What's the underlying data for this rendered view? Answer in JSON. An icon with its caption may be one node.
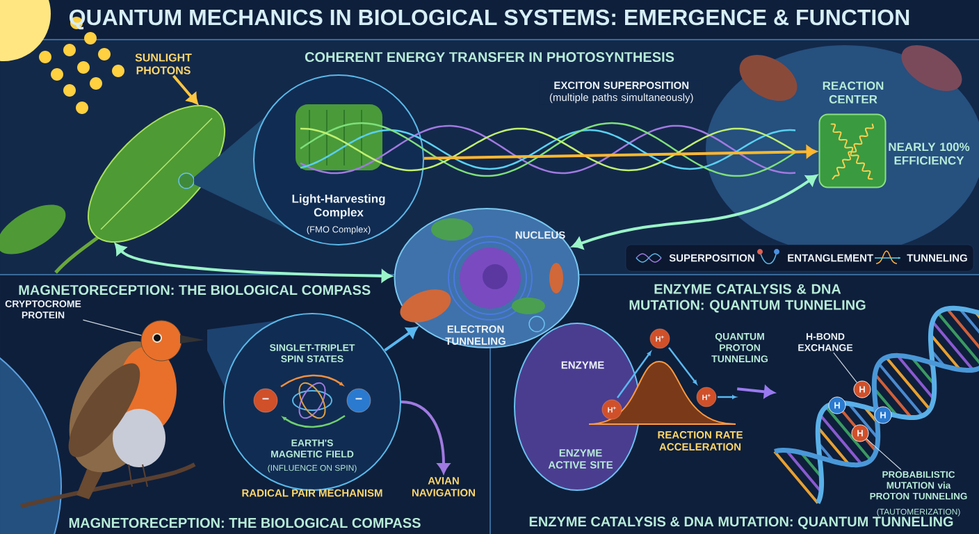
{
  "diagram": {
    "title": "QUANTUM MECHANICS IN BIOLOGICAL SYSTEMS: EMERGENCE & FUNCTION",
    "nodes": [
      {
        "text": [
          "SUNLIGHT PHOTONS"
        ]
      },
      {
        "text": [],
        "shape": "picture"
      },
      {
        "text": [
          "Light-Harvesting Complex",
          "(FMO Complex)"
        ]
      },
      {
        "text": [
          "REACTION CENTER"
        ],
        "beside": [
          "NEARLY 100% EFFICIENCY"
        ]
      },
      {
        "text": [
          "NUCLEUS",
          "ELECTRON TUNNELING"
        ]
      },
      {
        "text": [],
        "shape": "picture"
      },
      {
        "text": [
          "CRYPTOCROME PROTEIN"
        ]
      },
      {
        "text": [
          "SINGLET-TRIPLET SPIN STATES",
          "EARTH'S MAGNETIC FIELD",
          "(INFLUENCE ON SPIN)"
        ],
        "beside": [
          "RADICAL PAIR MECHANISM"
        ]
      },
      {
        "text": [
          "AVIAN NAVIGATION"
        ]
      },
      {
        "text": [
          "ENZYME",
          "ENZYME ACTIVE SITE"
        ]
      },
      {
        "text": [
          "QUANTUM PROTON TUNNELING",
          "REACTION RATE ACCELERATION"
        ]
      },
      {
        "text": [],
        "shape": "picture"
      },
      {
        "text": [
          "H"
        ],
        "in": 11
      },
      {
        "text": [
          "H"
        ],
        "in": 11
      },
      {
        "text": [
          "H"
        ],
        "in": 11
      },
      {
        "text": [
          "H"
        ],
        "in": 11
      },
      {
        "text": [
          "H-BOND EXCHANGE"
        ],
        "in": 11
      },
      {
        "text": [
          "PROBABILISTIC MUTATION via PROTON TUNNELING",
          "(TAUTOMERIZATION)"
        ],
        "in": 11
      }
    ],
    "edges": [
      {
        "from": 0,
        "to": 1,
        "arrow": "to",
        "color": "#ffc640"
      },
      {
        "from": 2,
        "to": 3,
        "arrow": "to",
        "label": "**EXCITON SUPERPOSITION** (multiple paths simultaneously)",
        "color": "#ffb830"
      },
      {
        "from": 1,
        "to": 4,
        "arrow": "both",
        "color": "#9af5c8"
      },
      {
        "from": 4,
        "to": 3,
        "arrow": "both",
        "color": "#9af5c8"
      },
      {
        "from": 7,
        "to": 4,
        "arrow": "to",
        "color": "#5ab8f0"
      },
      {
        "from": 7,
        "to": 8,
        "arrow": "to",
        "color": "#a07ae0"
      },
      {
        "from": 6,
        "to": 5,
        "arrow": "none"
      },
      {
        "from": 10,
        "to": 11,
        "arrow": "to",
        "color": "#9a7af0"
      },
      {
        "from": 16,
        "to": 12,
        "arrow": "none"
      },
      {
        "from": 17,
        "to": 15,
        "arrow": "none"
      }
    ],
    "labels": [
      "COHERENT ENERGY TRANSFER IN PHOTOSYNTHESIS",
      "MAGNETORECEPTION: THE BIOLOGICAL COMPASS",
      "ENZYME CATALYSIS & DNA MUTATION: QUANTUM TUNNELING",
      "−",
      "−",
      "H$^{+}$",
      "H$^{+}$",
      "H$^{+}$",
      "MAGNETORECEPTION: THE BIOLOGICAL COMPASS",
      "ENZYME CATALYSIS & DNA MUTATION: QUANTUM TUNNELING"
    ],
    "legend": [
      {
        "text": "SUPERPOSITION"
      },
      {
        "text": "ENTANGLEMENT"
      },
      {
        "text": "TUNNELING"
      }
    ]
  }
}
